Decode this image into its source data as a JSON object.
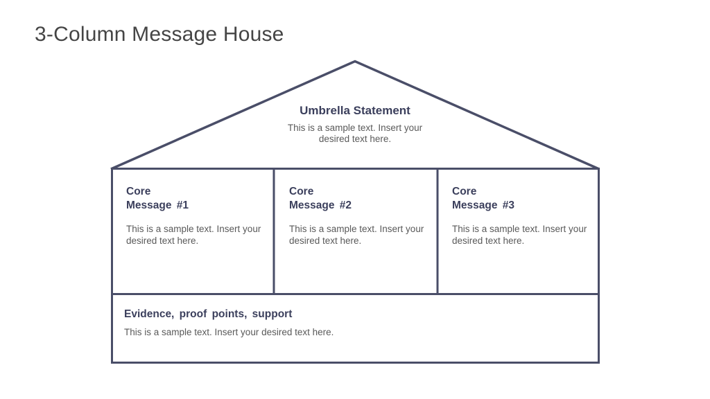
{
  "title": "3-Column Message House",
  "colors": {
    "line": "#4a4e68",
    "heading": "#3b3f5c",
    "title": "#454545",
    "body": "#595959"
  },
  "umbrella": {
    "heading": "Umbrella Statement",
    "body": "This is a sample text. Insert your desired text here."
  },
  "columns": [
    {
      "heading_line1": "Core",
      "heading_line2": "Message #1",
      "body": "This is a sample text. Insert your desired text here."
    },
    {
      "heading_line1": "Core",
      "heading_line2": "Message #2",
      "body": "This is a sample text. Insert your desired text here."
    },
    {
      "heading_line1": "Core",
      "heading_line2": "Message #3",
      "body": "This is a sample text. Insert your desired text here."
    }
  ],
  "evidence": {
    "heading": "Evidence, proof points, support",
    "body": "This is a sample text. Insert your desired text here."
  }
}
